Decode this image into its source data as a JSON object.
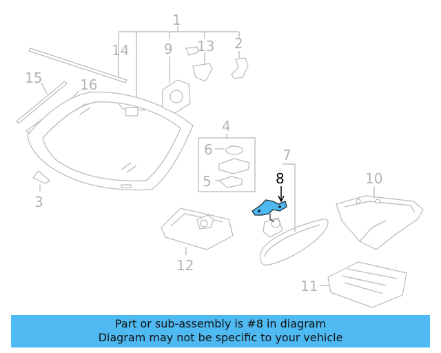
{
  "diagram": {
    "highlight_color": "#4fb9f2",
    "callouts": {
      "c1": "1",
      "c2": "2",
      "c3": "3",
      "c4": "4",
      "c5": "5",
      "c6": "6",
      "c7": "7",
      "c8": "8",
      "c9": "9",
      "c10": "10",
      "c11": "11",
      "c12": "12",
      "c13": "13",
      "c14": "14",
      "c15": "15",
      "c16": "16"
    }
  },
  "banner": {
    "line1": "Part or sub-assembly is #8 in diagram",
    "line2": "Diagram may not be specific to your vehicle",
    "color": "#4fb9f2"
  }
}
